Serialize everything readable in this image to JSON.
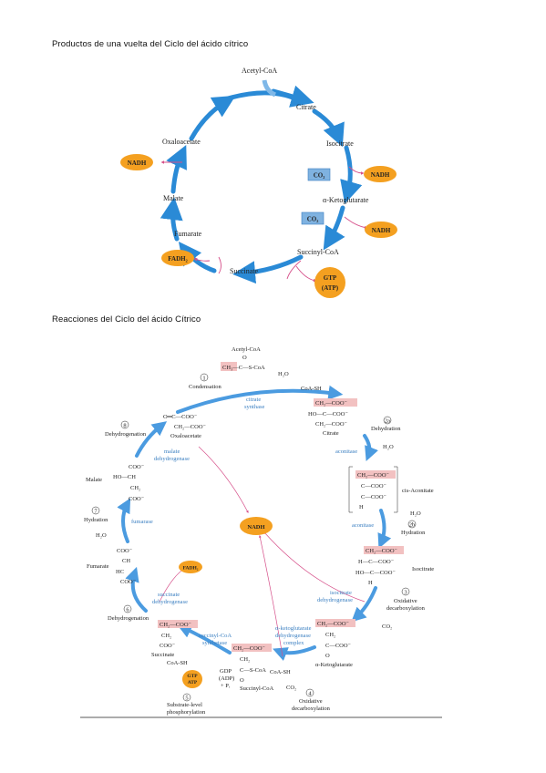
{
  "headings": {
    "top": "Productos de una vuelta del Ciclo del ácido cítrico",
    "bottom": "Reacciones del Ciclo del ácido Cítrico"
  },
  "cycle1": {
    "acetyl": "Acetyl-CoA",
    "citrate": "Citrate",
    "isocitrate": "Isocitrate",
    "akg": "α-Ketoglutarate",
    "succoa": "Succinyl-CoA",
    "succinate": "Succinate",
    "fumarate": "Fumarate",
    "malate": "Malate",
    "oxaloacetate": "Oxaloacetate",
    "nadh": "NADH",
    "co2": "CO₂",
    "fadh2": "FADH₂",
    "gtp": "GTP",
    "atp": "(ATP)"
  },
  "cycle2": {
    "acetyl": "Acetyl-CoA",
    "acetyl_formula_o": "O",
    "acetyl_formula": "CH₃—C—S-CoA",
    "step1_num": "1",
    "step1": "Condensation",
    "citrate_synthase_1": "citrate",
    "citrate_synthase_2": "synthase",
    "h2o_1": "H₂O",
    "coash_1": "CoA-SH",
    "citrate_f1": "CH₂—COO⁻",
    "citrate_f2": "HO—C—COO⁻",
    "citrate_f3": "CH₂—COO⁻",
    "citrate": "Citrate",
    "step2a_num": "2a",
    "step2a": "Dehydration",
    "aconitase_1": "aconitase",
    "h2o_2": "H₂O",
    "cisacon_f1": "CH₂—COO⁻",
    "cisacon_f2": "C—COO⁻",
    "cisacon_f3": "C—COO⁻",
    "cisacon_f4": "H",
    "cisacon": "cis-Aconitate",
    "h2o_3": "H₂O",
    "aconitase_2": "aconitase",
    "step2b_num": "2b",
    "step2b": "Hydration",
    "isocit_f1": "CH₂—COO⁻",
    "isocit_f2": "H—C—COO⁻",
    "isocit_f3": "HO—C—COO⁻",
    "isocit_f4": "H",
    "isocitrate": "Isocitrate",
    "step3_num": "3",
    "step3a": "Oxidative",
    "step3b": "decarboxylation",
    "icdh_1": "isocitrate",
    "icdh_2": "dehydrogenase",
    "co2_1": "CO₂",
    "akg_f1": "CH₂—COO⁻",
    "akg_f2": "CH₂",
    "akg_f3": "C—COO⁻",
    "akg_f4": "O",
    "akg": "α-Ketoglutarate",
    "akgdh_1": "α-ketoglutarate",
    "akgdh_2": "dehydrogenase",
    "akgdh_3": "complex",
    "step4_num": "4",
    "step4a": "Oxidative",
    "step4b": "decarboxylation",
    "co2_2": "CO₂",
    "coash_2": "CoA-SH",
    "succoa_f1": "CH₂—COO⁻",
    "succoa_f2": "CH₂",
    "succoa_f3": "C—S-CoA",
    "succoa_f4": "O",
    "succoa": "Succinyl-CoA",
    "gdp": "GDP",
    "adp": "(ADP)",
    "pi": "+ Pᵢ",
    "coash_3": "CoA-SH",
    "gtp": "GTP",
    "atp": "ATP",
    "step5_num": "5",
    "step5a": "Substrate-level",
    "step5b": "phosphorylation",
    "scs_1": "succinyl-CoA",
    "scs_2": "synthetase",
    "succ_f1": "CH₂—COO⁻",
    "succ_f2": "CH₂",
    "succ_f3": "COO⁻",
    "succinate": "Succinate",
    "step6_num": "6",
    "step6": "Dehydrogenation",
    "sdh_1": "succinate",
    "sdh_2": "dehydrogenase",
    "fadh2": "FADH₂",
    "fum_f1": "COO⁻",
    "fum_f2": "CH",
    "fum_f3": "HC",
    "fum_f4": "COO⁻",
    "fumarate": "Fumarate",
    "step7_num": "7",
    "step7": "Hydration",
    "h2o_4": "H₂O",
    "fumarase": "fumarase",
    "mal_f1": "COO⁻",
    "mal_f2": "HO—CH",
    "mal_f3": "CH₂",
    "mal_f4": "COO⁻",
    "malate": "Malate",
    "mdh_1": "malate",
    "mdh_2": "dehydrogenase",
    "step8_num": "8",
    "step8": "Dehydrogenation",
    "oaa_f1": "O═C—COO⁻",
    "oaa_f2": "CH₂—COO⁻",
    "oxaloacetate": "Oxaloacetate",
    "nadh": "NADH"
  },
  "colors": {
    "arrow_blue": "#2a8ad6",
    "cofactor_orange": "#f4a020",
    "co2_box": "#7fb2e0",
    "highlight_pink": "#f2c1c1",
    "pink_line": "#d6508a"
  }
}
